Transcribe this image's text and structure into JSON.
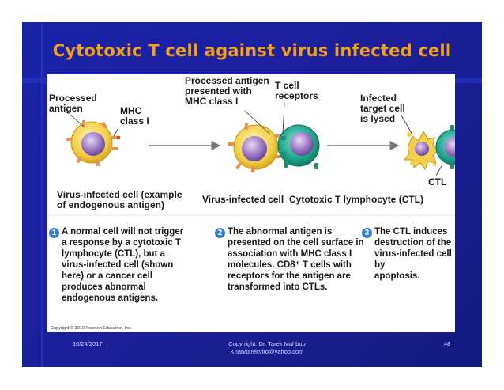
{
  "slide": {
    "title": "Cytotoxic T cell against virus infected cell",
    "colors": {
      "background": "#1c1f9a",
      "title": "#f5a01c",
      "step_badge": "#2f7dd6"
    }
  },
  "figure": {
    "labels": {
      "processed_antigen": "Processed\nantigen",
      "mhc_class_1": "MHC\nclass I",
      "processed_antigen_mhc": "Processed antigen\npresented with\nMHC class I",
      "t_cell_receptors": "T cell\nreceptors",
      "infected_target": "Infected\ntarget cell\nis lysed",
      "virus_infected_example": "Virus-infected cell (example\nof endogenous antigen)",
      "virus_infected_cell": "Virus-infected cell",
      "ctl_name": "Cytotoxic T lymphocyte (CTL)",
      "ctl": "CTL"
    },
    "steps": [
      {
        "number": "1",
        "text": "A normal cell will not trigger\na response by a cytotoxic T\nlymphocyte (CTL), but a\nvirus-infected cell (shown\nhere) or a cancer cell\nproduces abnormal\nendogenous antigens."
      },
      {
        "number": "2",
        "text": "The abnormal antigen is\npresented on the cell surface in\nassociation with MHC class I\nmolecules. CD8⁺ T cells with\nreceptors for the antigen are\ntransformed into CTLs."
      },
      {
        "number": "3",
        "text": "The CTL induces\ndestruction of the\nvirus-infected cell by\napoptosis."
      }
    ],
    "copyright": "Copyright © 2010 Pearson Education, Inc."
  },
  "footer": {
    "date": "10/24/2017",
    "credit_line1": "Copy right: Dr. Tarek Mahbub",
    "credit_line2": "Khan/tarekviro@yahoo.com",
    "page_number": "48"
  }
}
